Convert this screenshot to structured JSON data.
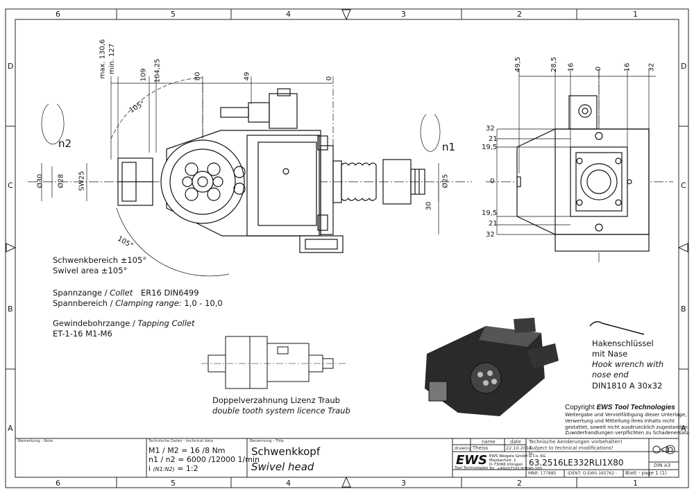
{
  "grid": {
    "columns_top": [
      "6",
      "5",
      "4",
      "3",
      "2",
      "1"
    ],
    "rows_left": [
      "D",
      "C",
      "B",
      "A"
    ],
    "rows_right": [
      "D",
      "C",
      "B",
      "A"
    ],
    "columns_bottom": [
      "6",
      "5",
      "4",
      "3",
      "2",
      "1"
    ]
  },
  "dims_left": {
    "max": "max. 130,6",
    "min": "min. 127",
    "d109": "109",
    "d10425": "104,25",
    "d80": "80",
    "d49": "49",
    "d0": "0",
    "angle1": "105°",
    "angle2": "105°",
    "dia30": "Ø30",
    "dia28": "Ø28",
    "sw25": "SW25",
    "dia25": "Ø25",
    "d30": "30",
    "n1": "n1",
    "n2": "n2"
  },
  "dims_right": {
    "top": [
      "49,5",
      "28,5",
      "16",
      "0",
      "16",
      "32"
    ],
    "left": [
      "32",
      "21",
      "19,5",
      "0",
      "19,5",
      "21",
      "32"
    ]
  },
  "notes": {
    "swivel_de": "Schwenkbereich ±105°",
    "swivel_en": "Swivel area ±105°",
    "collet_de": "Spannzange /",
    "collet_en": "Collet",
    "collet_val": "ER16   DIN6499",
    "clamp_de": "Spannbereich /",
    "clamp_en": "Clamping range:",
    "clamp_val": "1,0 - 10,0",
    "tap_de": "Gewindebohrzange /",
    "tap_en": "Tapping Collet",
    "tap_val": "ET-1-16   M1-M6",
    "dbl_de": "Doppelverzahnung Lizenz Traub",
    "dbl_en": "double tooth system licence Traub",
    "hook_de1": "Hakenschlüssel",
    "hook_de2": "mit Nase",
    "hook_en1": "Hook wrench with",
    "hook_en2": "nose end",
    "hook_std": "DIN1810  A  30x32",
    "copyright_prefix": "Copyright",
    "copyright_brand": "EWS Tool Technologies",
    "copyright_lines": [
      "Weitergabe und Vervielfältigung dieser Unterlage,",
      "Verwertung und Mitteilung ihres Inhalts nicht",
      "gestattet, soweit nicht ausdruecklich zugestanden.",
      "Zuwiderhandlungen verpflichten zu Schadenersatz."
    ]
  },
  "title_block": {
    "remark_label": "Bemerkung - Note",
    "tech_label": "Technische Daten - technical data",
    "m_line": "M1 / M2 = 16  /8   Nm",
    "n_line": "n1 / n2 = 6000 /12000 1/min",
    "i_line_a": "i",
    "i_line_b": "(N1:N2)",
    "i_line_c": "= 1:2",
    "name_label": "Benennung - Title",
    "title_de": "Schwenkkopf",
    "title_en": "Swivel head",
    "col_name": "name",
    "col_date": "date",
    "row_drawing": "drawing",
    "drawer": "Theiss",
    "date": "22.10.2014",
    "changes_de": "Technische Aenderungen vorbehalten!",
    "changes_en": "Subject to technical modifications!",
    "nr_label": "Nr.",
    "drawing_no": "63.2516LE332RLI1X80",
    "company_lines": [
      "EWS Weigele GmbH & Co. KG",
      "Maybachstr. 1",
      "D-73066 Uhingen",
      "Tel. +49(0)7161/93040-100"
    ],
    "logo_text": "EWS",
    "logo_sub": "Tool Technologies",
    "mnr": "MNR: 177885",
    "ident": "IDENT: O-EWS-165762 -",
    "sheet": "Blatt - page  1 (1)",
    "format": "DIN A3"
  }
}
